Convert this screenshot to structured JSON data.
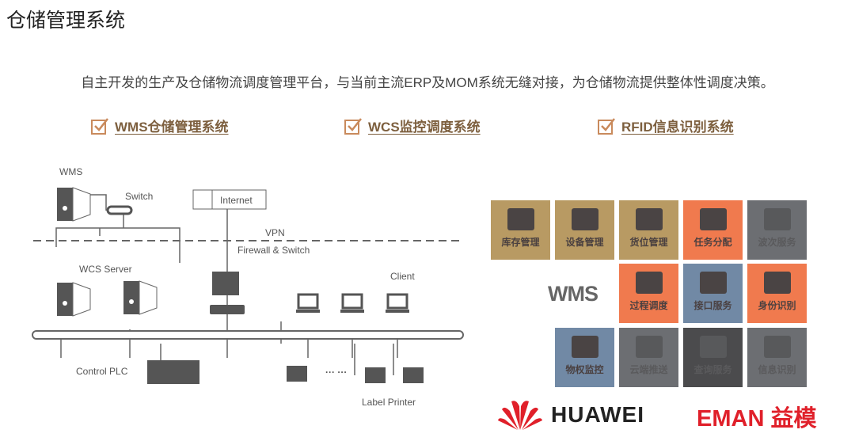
{
  "title": "仓储管理系统",
  "subtitle": "自主开发的生产及仓储物流调度管理平台，与当前主流ERP及MOM系统无缝对接，为仓储物流提供整体性调度决策。",
  "features": [
    "WMS仓储管理系统",
    "WCS监控调度系统",
    "RFID信息识别系统"
  ],
  "diagram": {
    "wms": "WMS",
    "switch": "Switch",
    "internet": "Internet",
    "vpn": "VPN",
    "firewall": "Firewall & Switch",
    "wcs": "WCS Server",
    "client": "Client",
    "plc": "Control PLC",
    "dots": "··· ···",
    "printer": "Label Printer"
  },
  "wms_label": "WMS",
  "tiles": [
    {
      "label": "库存管理",
      "icon": "warehouse-icon",
      "color": "#b89a63"
    },
    {
      "label": "设备管理",
      "icon": "device-icon",
      "color": "#b89a63"
    },
    {
      "label": "货位管理",
      "icon": "calendar-grid-icon",
      "color": "#b89a63"
    },
    {
      "label": "任务分配",
      "icon": "share-icon",
      "color": "#f07a4e"
    },
    {
      "label": "波次服务",
      "icon": "monitor-icon",
      "color": "#6c6e72"
    },
    {
      "label": "过程调度",
      "icon": "gauge-icon",
      "color": "#f07a4e"
    },
    {
      "label": "接口服务",
      "icon": "chip-icon",
      "color": "#7189a5"
    },
    {
      "label": "身份识别",
      "icon": "id-card-icon",
      "color": "#f07a4e"
    },
    {
      "label": "物权监控",
      "icon": "terminal-icon",
      "color": "#7189a5"
    },
    {
      "label": "云端推送",
      "icon": "cloud-upload-icon",
      "color": "#6c6e72"
    },
    {
      "label": "查询服务",
      "icon": "folder-search-icon",
      "color": "#4b4b4d"
    },
    {
      "label": "信息识别",
      "icon": "chat-icon",
      "color": "#6c6e72"
    }
  ],
  "logos": {
    "huawei": "HUAWEI",
    "eman": "EMAN 益模"
  }
}
